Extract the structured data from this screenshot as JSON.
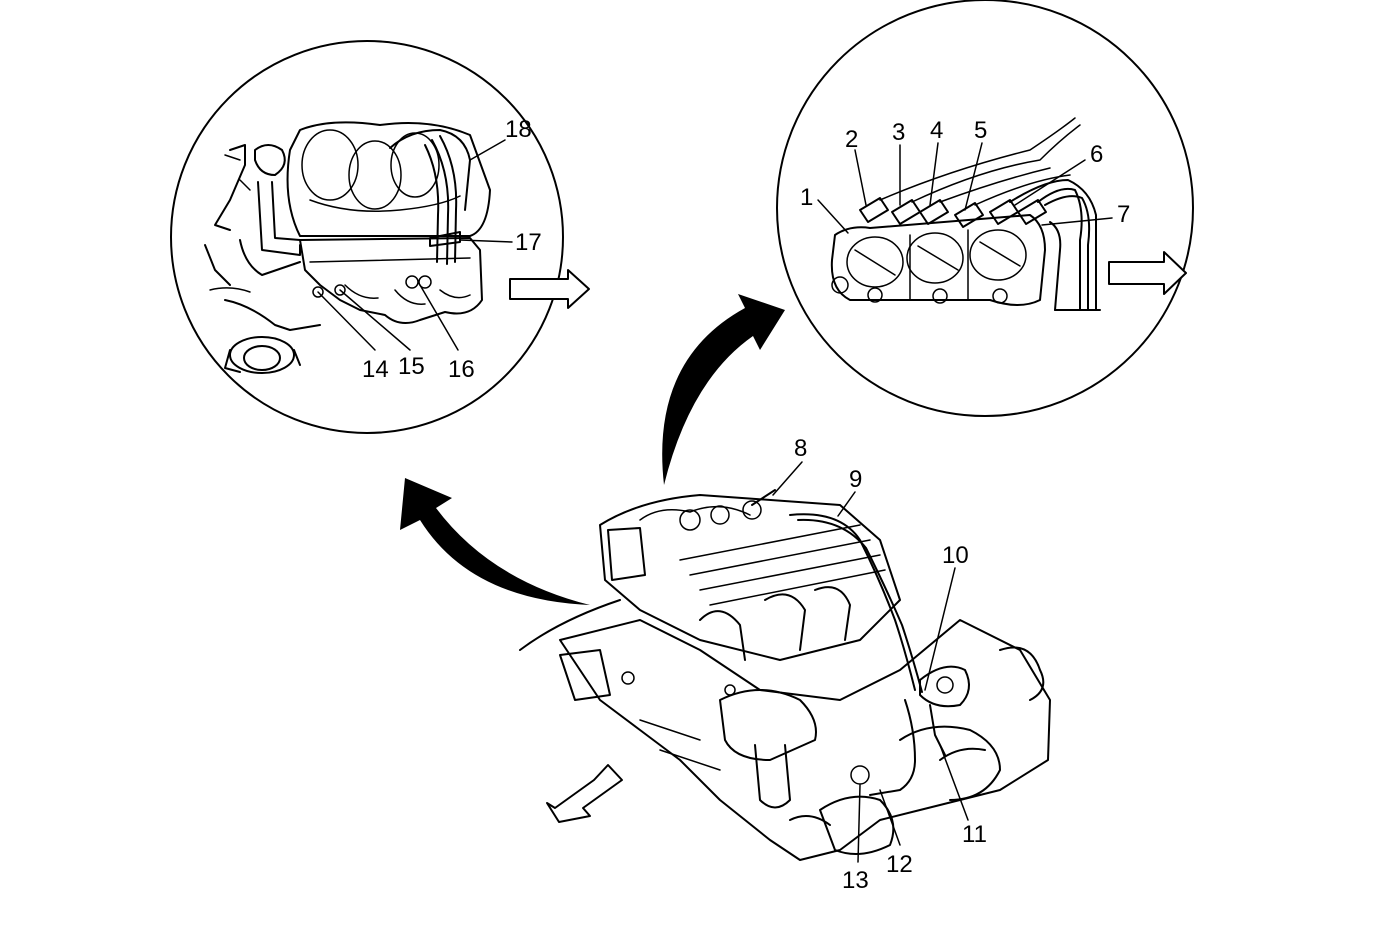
{
  "callouts": {
    "c1": "1",
    "c2": "2",
    "c3": "3",
    "c4": "4",
    "c5": "5",
    "c6": "6",
    "c7": "7",
    "c8": "8",
    "c9": "9",
    "c10": "10",
    "c11": "11",
    "c12": "12",
    "c13": "13",
    "c14": "14",
    "c15": "15",
    "c16": "16",
    "c17": "17",
    "c18": "18"
  },
  "icons": {
    "direction_arrow": "forward-arrow-icon",
    "transfer_arrow": "curved-arrow-icon"
  },
  "colors": {
    "line": "#000000",
    "background": "#ffffff"
  }
}
